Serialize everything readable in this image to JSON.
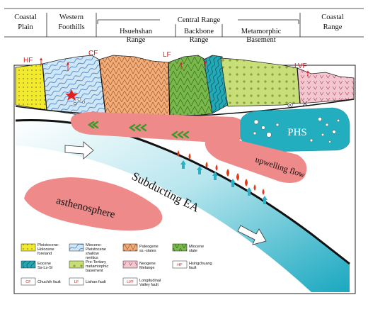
{
  "header": {
    "regions": [
      {
        "line1": "Coastal",
        "line2": "Plain"
      },
      {
        "line1": "Western",
        "line2": "Foothills"
      },
      {
        "line1": "Central Range",
        "line2": ""
      },
      {
        "line1": "Hsuehshan",
        "line2": "Range"
      },
      {
        "line1": "Backbone",
        "line2": "Range"
      },
      {
        "line1": "Metamorphic",
        "line2": "Basement"
      },
      {
        "line1": "Coastal",
        "line2": "Range"
      }
    ]
  },
  "faults": {
    "hf": "HF",
    "cf": "CF",
    "lf": "LF",
    "lvf": "LVF"
  },
  "labels": {
    "phs": "PHS",
    "upwelling": "upwelling flow",
    "subducting": "Subducting EA",
    "asthenosphere": "asthenosphere"
  },
  "legend": [
    {
      "lines": [
        "Pleistocene-",
        "Holocene",
        "foreland"
      ],
      "fill": "#f2ea2a"
    },
    {
      "lines": [
        "Miocene-",
        "Pleistocene",
        "shallow",
        "neritics"
      ],
      "fill": "#cfe6f7"
    },
    {
      "lines": [
        "Paleogene",
        "ss.-slates"
      ],
      "fill": "#f3ad79"
    },
    {
      "lines": [
        "Miocene",
        "slate"
      ],
      "fill": "#79b84b"
    },
    {
      "lines": [
        "Eocene",
        "Ss-Ls-Sl"
      ],
      "fill": "#23a9b5"
    },
    {
      "lines": [
        "Pre-Tertiary",
        "metamorphic",
        "basement"
      ],
      "fill": "#c8df79"
    },
    {
      "lines": [
        "Neogene",
        "Melange"
      ],
      "fill": "#f2c7cf"
    },
    {
      "lines": [
        "Hsingchuang",
        "fault"
      ],
      "badge": "HF"
    },
    {
      "lines": [
        "Chuchih fault"
      ],
      "badge": "CF"
    },
    {
      "lines": [
        "Lishan fault"
      ],
      "badge": "LF"
    },
    {
      "lines": [
        "Longitudinal",
        "Valley fault"
      ],
      "badge": "LVF"
    }
  ],
  "colors": {
    "foreland": "#f2ea2a",
    "neritics": "#cfe6f7",
    "paleogene": "#f3ad79",
    "miocene_slate": "#79b84b",
    "eocene": "#23a9b5",
    "basement": "#c8df79",
    "melange": "#f2c7cf",
    "mantle_flow": "#ee8a8a",
    "phs": "#23aec0",
    "slab": "#2bb1c6",
    "fault_red": "#d82020",
    "arrow_green": "#3a9a2a",
    "upwelling_red": "#e03a1a"
  }
}
